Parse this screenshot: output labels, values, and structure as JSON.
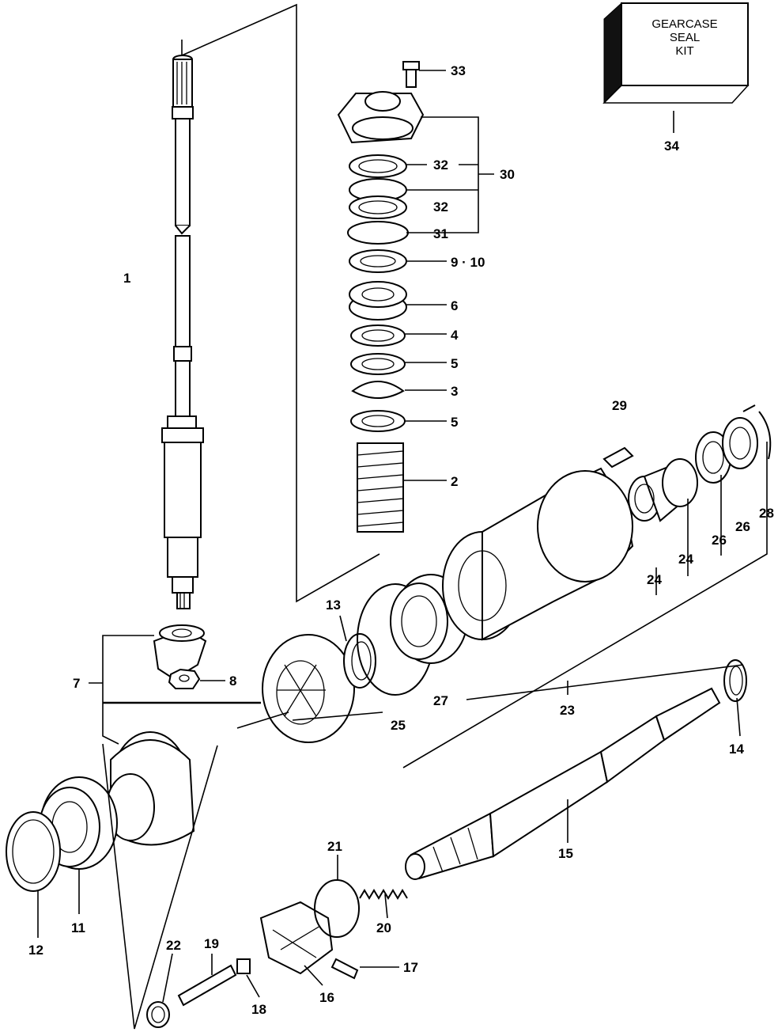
{
  "kit": {
    "line1": "GEARCASE",
    "line2": "SEAL",
    "line3": "KIT"
  },
  "callouts": {
    "c1": "1",
    "c2": "2",
    "c3": "3",
    "c4": "4",
    "c5a": "5",
    "c5b": "5",
    "c6": "6",
    "c7": "7",
    "c8": "8",
    "c9_10": "9 · 10",
    "c11": "11",
    "c12": "12",
    "c13": "13",
    "c14": "14",
    "c15": "15",
    "c16": "16",
    "c17": "17",
    "c18": "18",
    "c19": "19",
    "c20": "20",
    "c21": "21",
    "c22": "22",
    "c23": "23",
    "c24a": "24",
    "c24b": "24",
    "c25": "25",
    "c26a": "26",
    "c26b": "26",
    "c27": "27",
    "c28": "28",
    "c29": "29",
    "c30": "30",
    "c31": "31",
    "c32a": "32",
    "c32b": "32",
    "c33": "33",
    "c34": "34"
  }
}
